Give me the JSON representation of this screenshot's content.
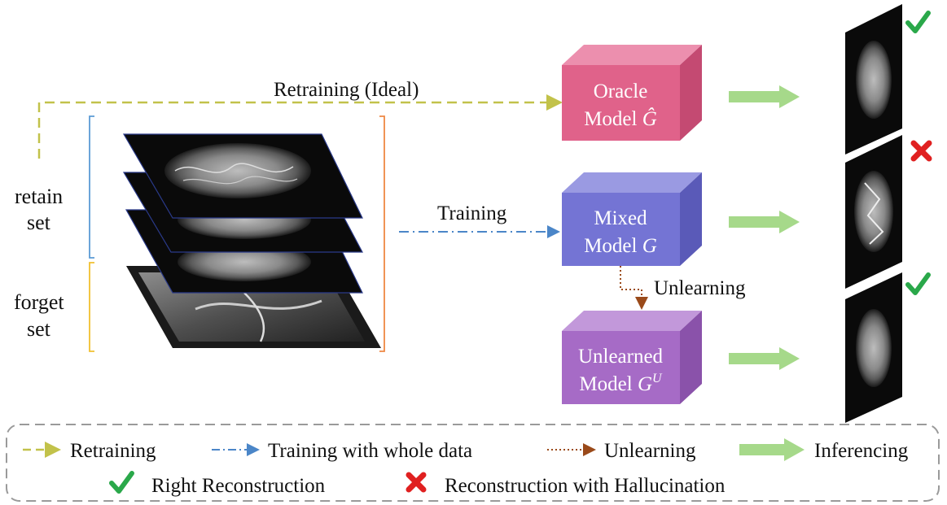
{
  "labels": {
    "retraining_ideal": "Retraining (Ideal)",
    "training": "Training",
    "unlearning": "Unlearning",
    "retain_set": [
      "retain",
      "set"
    ],
    "forget_set": [
      "forget",
      "set"
    ]
  },
  "models": {
    "oracle": {
      "line1": "Oracle",
      "line2": "Model",
      "symbol": "Ĝ",
      "color_front": "#e0628a",
      "color_top": "#ec8fae",
      "color_side": "#c44a72"
    },
    "mixed": {
      "line1": "Mixed",
      "line2": "Model",
      "symbol": "G",
      "color_front": "#7474d4",
      "color_top": "#9a9ae2",
      "color_side": "#5a5ab8"
    },
    "unlearned": {
      "line1": "Unlearned",
      "line2": "Model",
      "symbol": "G",
      "superscript": "U",
      "color_front": "#a66bc6",
      "color_top": "#c298da",
      "color_side": "#8a52aa"
    }
  },
  "results": {
    "oracle": "right",
    "mixed": "hallucination",
    "unlearned": "right"
  },
  "legend": {
    "retraining": "Retraining",
    "training_whole": "Training with whole data",
    "unlearning": "Unlearning",
    "inferencing": "Inferencing",
    "right_reconstruction": "Right Reconstruction",
    "hallucination": "Reconstruction with Hallucination"
  },
  "colors": {
    "retraining_line": "#c2c24a",
    "training_line": "#4b86c8",
    "unlearning_line": "#9a4a1a",
    "inference_arrow": "#a6d98a",
    "check": "#2aa84a",
    "cross": "#e02020",
    "retain_bracket": "#5b9bd5",
    "forget_bracket": "#f0c030",
    "set_bracket": "#ee8844"
  },
  "icons": {
    "check": "check-icon",
    "cross": "cross-icon"
  }
}
